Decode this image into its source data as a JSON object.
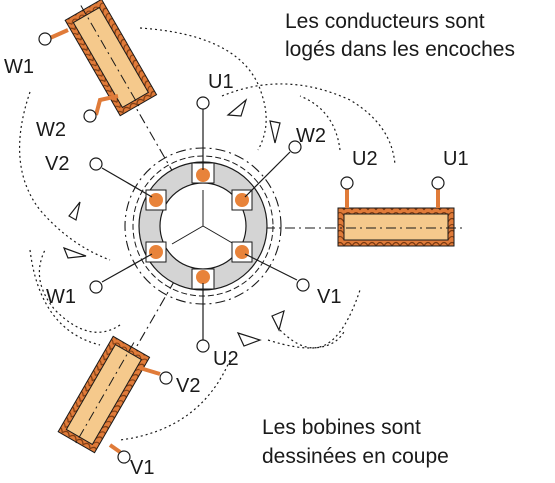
{
  "captions": {
    "top_line1": "Les conducteurs sont",
    "top_line2": "logés dans les encoches",
    "bottom_line1": "Les bobines sont",
    "bottom_line2": "dessinées en coupe"
  },
  "center_terminals": {
    "u1": "U1",
    "w2": "W2",
    "v2": "V2",
    "w1": "W1",
    "v1": "V1",
    "u2": "U2"
  },
  "coil_right": {
    "left_terminal": "U2",
    "right_terminal": "U1"
  },
  "coil_top_left": {
    "top_terminal": "W1",
    "bottom_terminal": "W2"
  },
  "coil_bottom_left": {
    "top_terminal": "V2",
    "bottom_terminal": "V1"
  },
  "colors": {
    "coil_fill": "#f5c98c",
    "winding": "#e07b39",
    "slot_conductor": "#e8833a",
    "stator": "#d4d4d4",
    "line": "#1a1a1a"
  }
}
